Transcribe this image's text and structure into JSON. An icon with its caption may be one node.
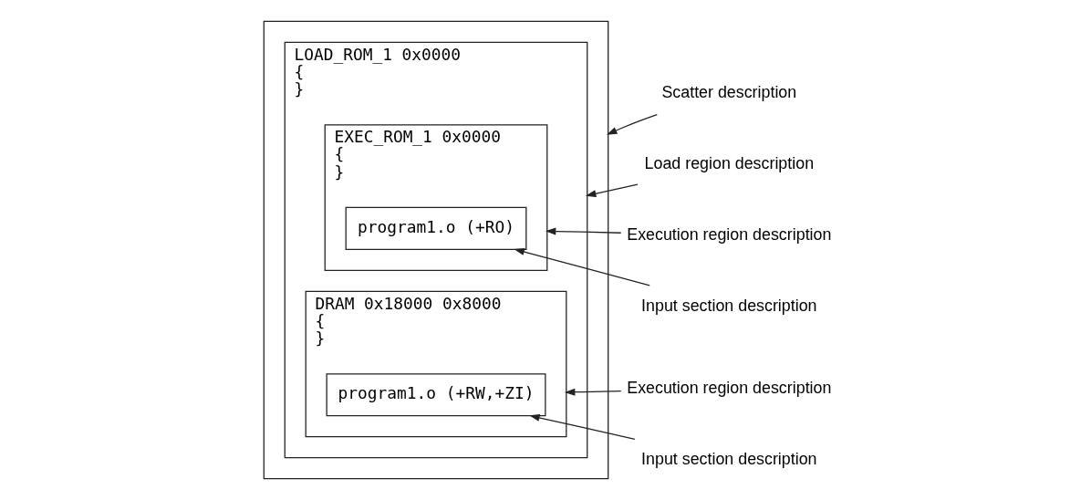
{
  "diagram": {
    "nodes": [
      {
        "text": [],
        "shape": "box"
      },
      {
        "text": [
          "LOAD_ROM_1 0x0000",
          "{",
          "}"
        ],
        "in": 0
      },
      {
        "text": [
          "EXEC_ROM_1 0x0000",
          "{",
          "}"
        ],
        "in": 1
      },
      {
        "text": [
          "program1.o (+RO)"
        ],
        "in": 2
      },
      {
        "text": [
          "DRAM 0x18000 0x8000",
          "{",
          "}"
        ],
        "in": 1
      },
      {
        "text": [
          "program1.o (+RW,+ZI)"
        ],
        "in": 4
      },
      {
        "text": [
          "Scatter description"
        ]
      },
      {
        "text": [
          "Load region description"
        ]
      },
      {
        "text": [
          "Execution region description"
        ]
      },
      {
        "text": [
          "Input section description"
        ]
      },
      {
        "text": [
          "Execution region description"
        ]
      },
      {
        "text": [
          "Input section description"
        ]
      }
    ],
    "edges": [
      {
        "from": 6,
        "to": 0,
        "arrow": "to"
      },
      {
        "from": 7,
        "to": 1,
        "arrow": "to"
      },
      {
        "from": 8,
        "to": 2,
        "arrow": "to"
      },
      {
        "from": 9,
        "to": 3,
        "arrow": "to"
      },
      {
        "from": 10,
        "to": 4,
        "arrow": "to"
      },
      {
        "from": 11,
        "to": 5,
        "arrow": "to"
      }
    ]
  }
}
